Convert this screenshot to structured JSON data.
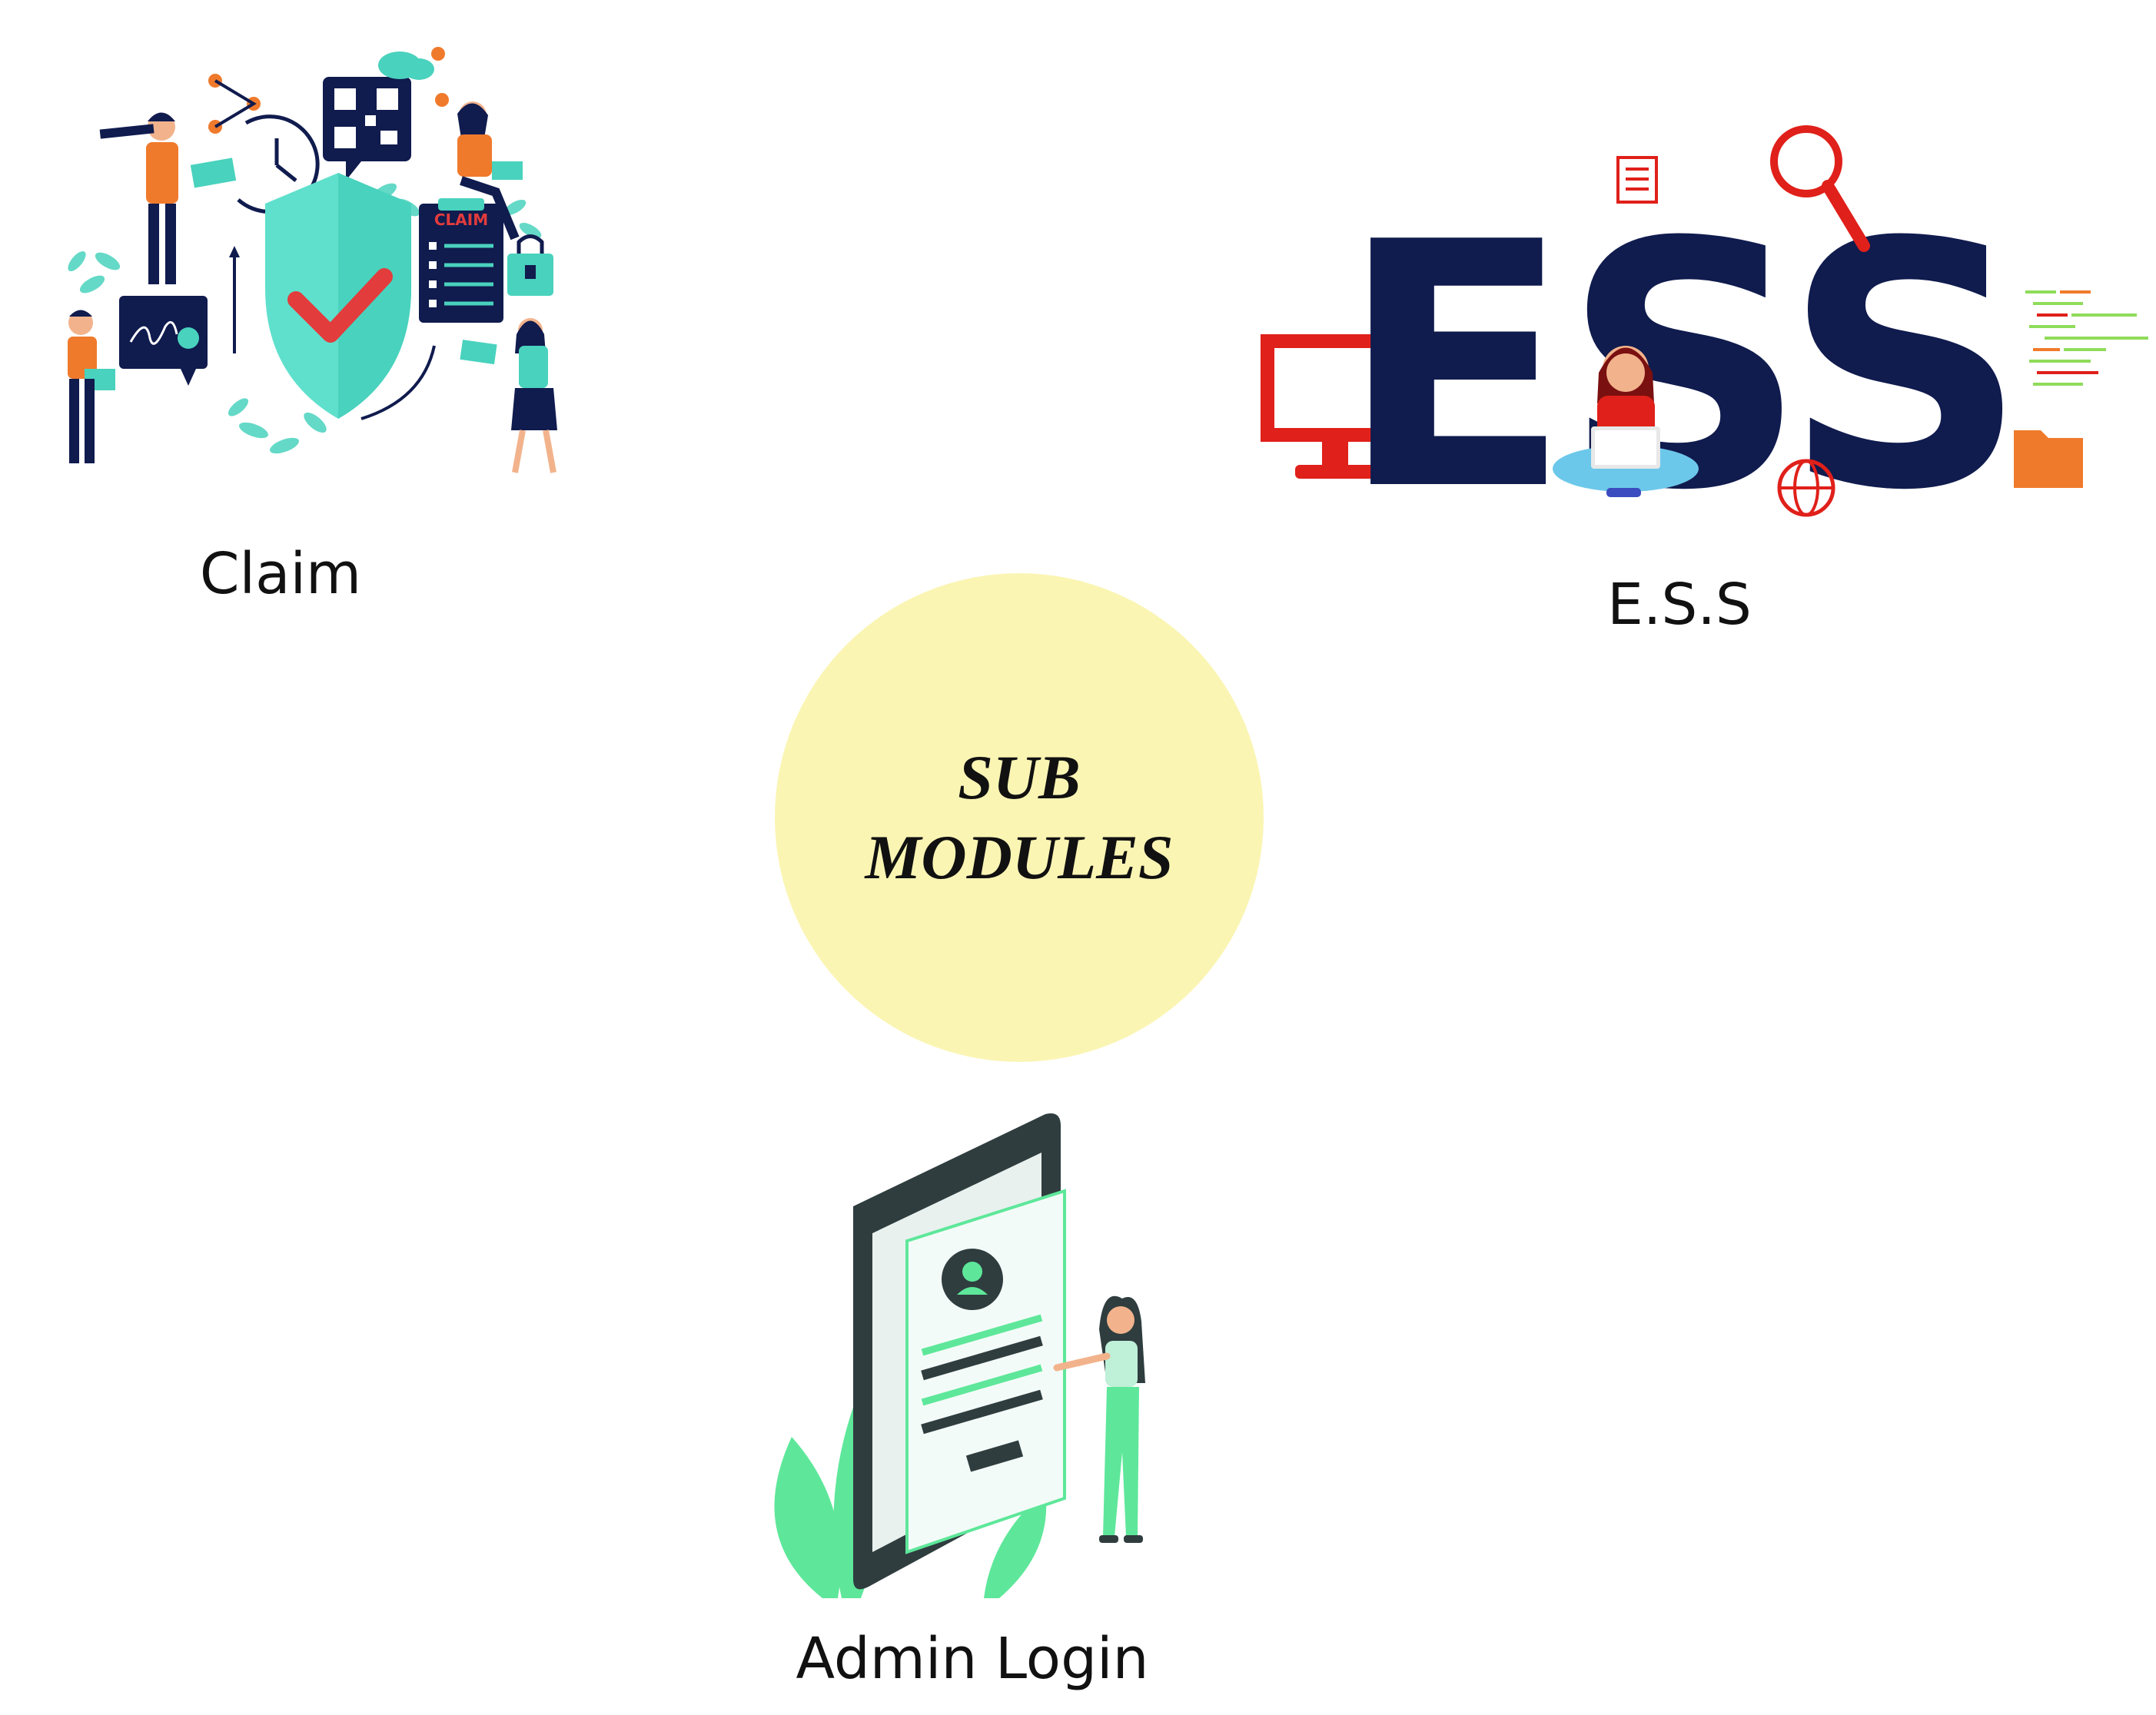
{
  "center": {
    "title": "SUB\nMODULES",
    "color": "#fbf5b4"
  },
  "modules": [
    {
      "label": "Claim",
      "icon": "claim-shield-illustration",
      "clipboard_text": "CLAIM"
    },
    {
      "label": "E.S.S",
      "icon": "ess-logo-illustration",
      "logo_text": "ESS"
    },
    {
      "label": "Admin Login",
      "icon": "admin-login-phone-illustration"
    }
  ],
  "colors": {
    "navy": "#101b4e",
    "teal": "#49d2bd",
    "red": "#e23c3c",
    "orange": "#f07a2c",
    "green": "#5ee79a",
    "dark_phone": "#2f3d3f"
  }
}
